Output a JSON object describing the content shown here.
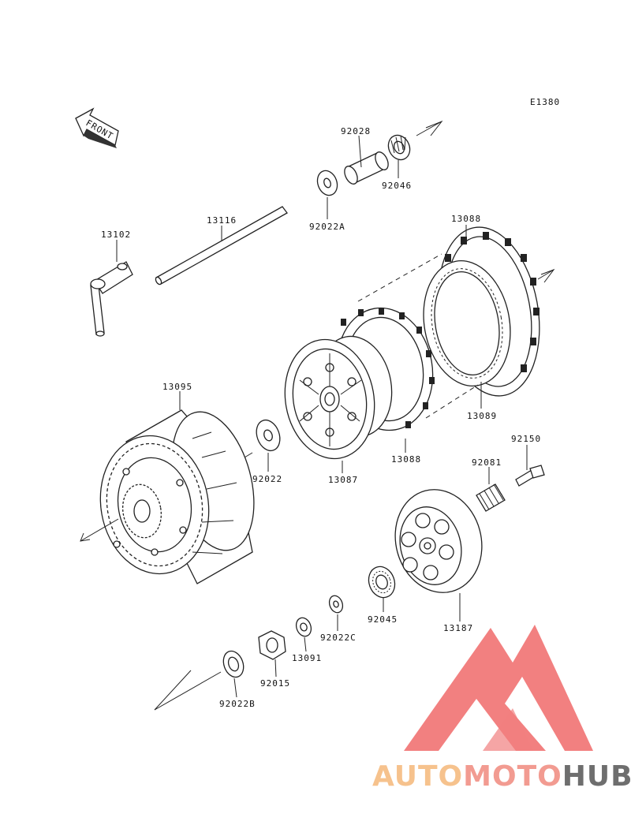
{
  "diagram_code": "E1380",
  "front_label": "FRONT",
  "parts": [
    {
      "id": "p92028",
      "label": "92028"
    },
    {
      "id": "p92046",
      "label": "92046"
    },
    {
      "id": "p92022A",
      "label": "92022A"
    },
    {
      "id": "p13116",
      "label": "13116"
    },
    {
      "id": "p13102",
      "label": "13102"
    },
    {
      "id": "p13088a",
      "label": "13088"
    },
    {
      "id": "p13089",
      "label": "13089"
    },
    {
      "id": "p13095",
      "label": "13095"
    },
    {
      "id": "p13087",
      "label": "13087"
    },
    {
      "id": "p13088b",
      "label": "13088"
    },
    {
      "id": "p92022",
      "label": "92022"
    },
    {
      "id": "p92150",
      "label": "92150"
    },
    {
      "id": "p92081",
      "label": "92081"
    },
    {
      "id": "p13187",
      "label": "13187"
    },
    {
      "id": "p92045",
      "label": "92045"
    },
    {
      "id": "p92022C",
      "label": "92022C"
    },
    {
      "id": "p13091",
      "label": "13091"
    },
    {
      "id": "p92015",
      "label": "92015"
    },
    {
      "id": "p92022B",
      "label": "92022B"
    }
  ],
  "watermark": {
    "part1": "AUTO",
    "part2": "MOTO",
    "part3": "HUB",
    "color1": "#f5b87a",
    "color2": "#f08a7e",
    "color3": "#555555",
    "logo_color": "#f06a6a"
  }
}
